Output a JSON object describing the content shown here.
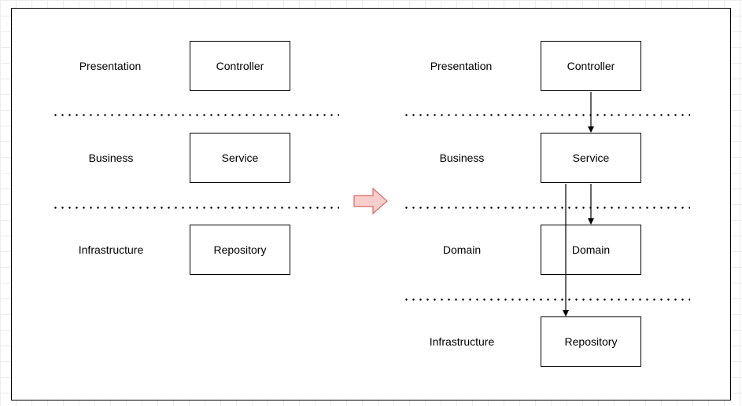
{
  "before": {
    "layers": [
      {
        "label": "Presentation",
        "box": "Controller"
      },
      {
        "label": "Business",
        "box": "Service"
      },
      {
        "label": "Infrastructure",
        "box": "Repository"
      }
    ]
  },
  "after": {
    "layers": [
      {
        "label": "Presentation",
        "box": "Controller"
      },
      {
        "label": "Business",
        "box": "Service"
      },
      {
        "label": "Domain",
        "box": "Domain"
      },
      {
        "label": "Infrastructure",
        "box": "Repository"
      }
    ]
  },
  "colors": {
    "arrow_fill": "#f8cecc",
    "arrow_stroke": "#d76a6a"
  },
  "icons": {
    "transition": "right-arrow-icon"
  }
}
